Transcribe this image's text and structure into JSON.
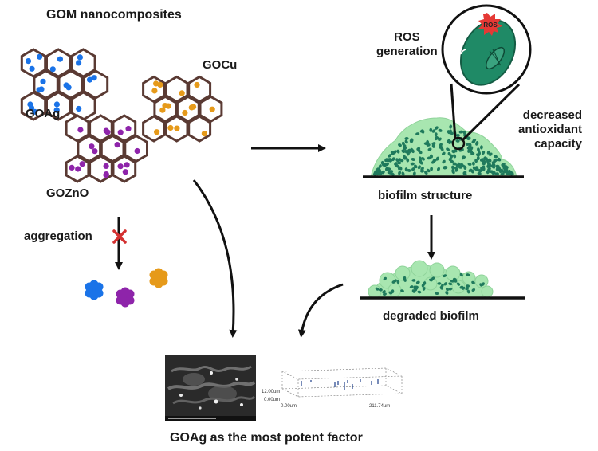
{
  "labels": {
    "title": "GOM nanocomposites",
    "goag": "GOAg",
    "gocu": "GOCu",
    "gozno": "GOZnO",
    "aggregation": "aggregation",
    "ros": "ROS\ngeneration",
    "ros_badge": "ROS",
    "decreased": "decreased\nantioxidant\ncapacity",
    "biofilm_structure": "biofilm structure",
    "degraded_biofilm": "degraded biofilm",
    "conclusion": "GOAg as the most potent factor"
  },
  "confocal": {
    "z_label": "12.00um",
    "origin_label": "0.00um",
    "x_label": "211.74um"
  },
  "colors": {
    "hex_outline": "#5a3a33",
    "ag_dot": "#1a73e8",
    "cu_dot": "#e69a1a",
    "zno_dot": "#8e24aa",
    "biofilm_fill": "#a8e6b0",
    "cell_dark": "#1f7a5c",
    "cell_fill": "#1f8a66",
    "cross": "#d32f2f"
  }
}
